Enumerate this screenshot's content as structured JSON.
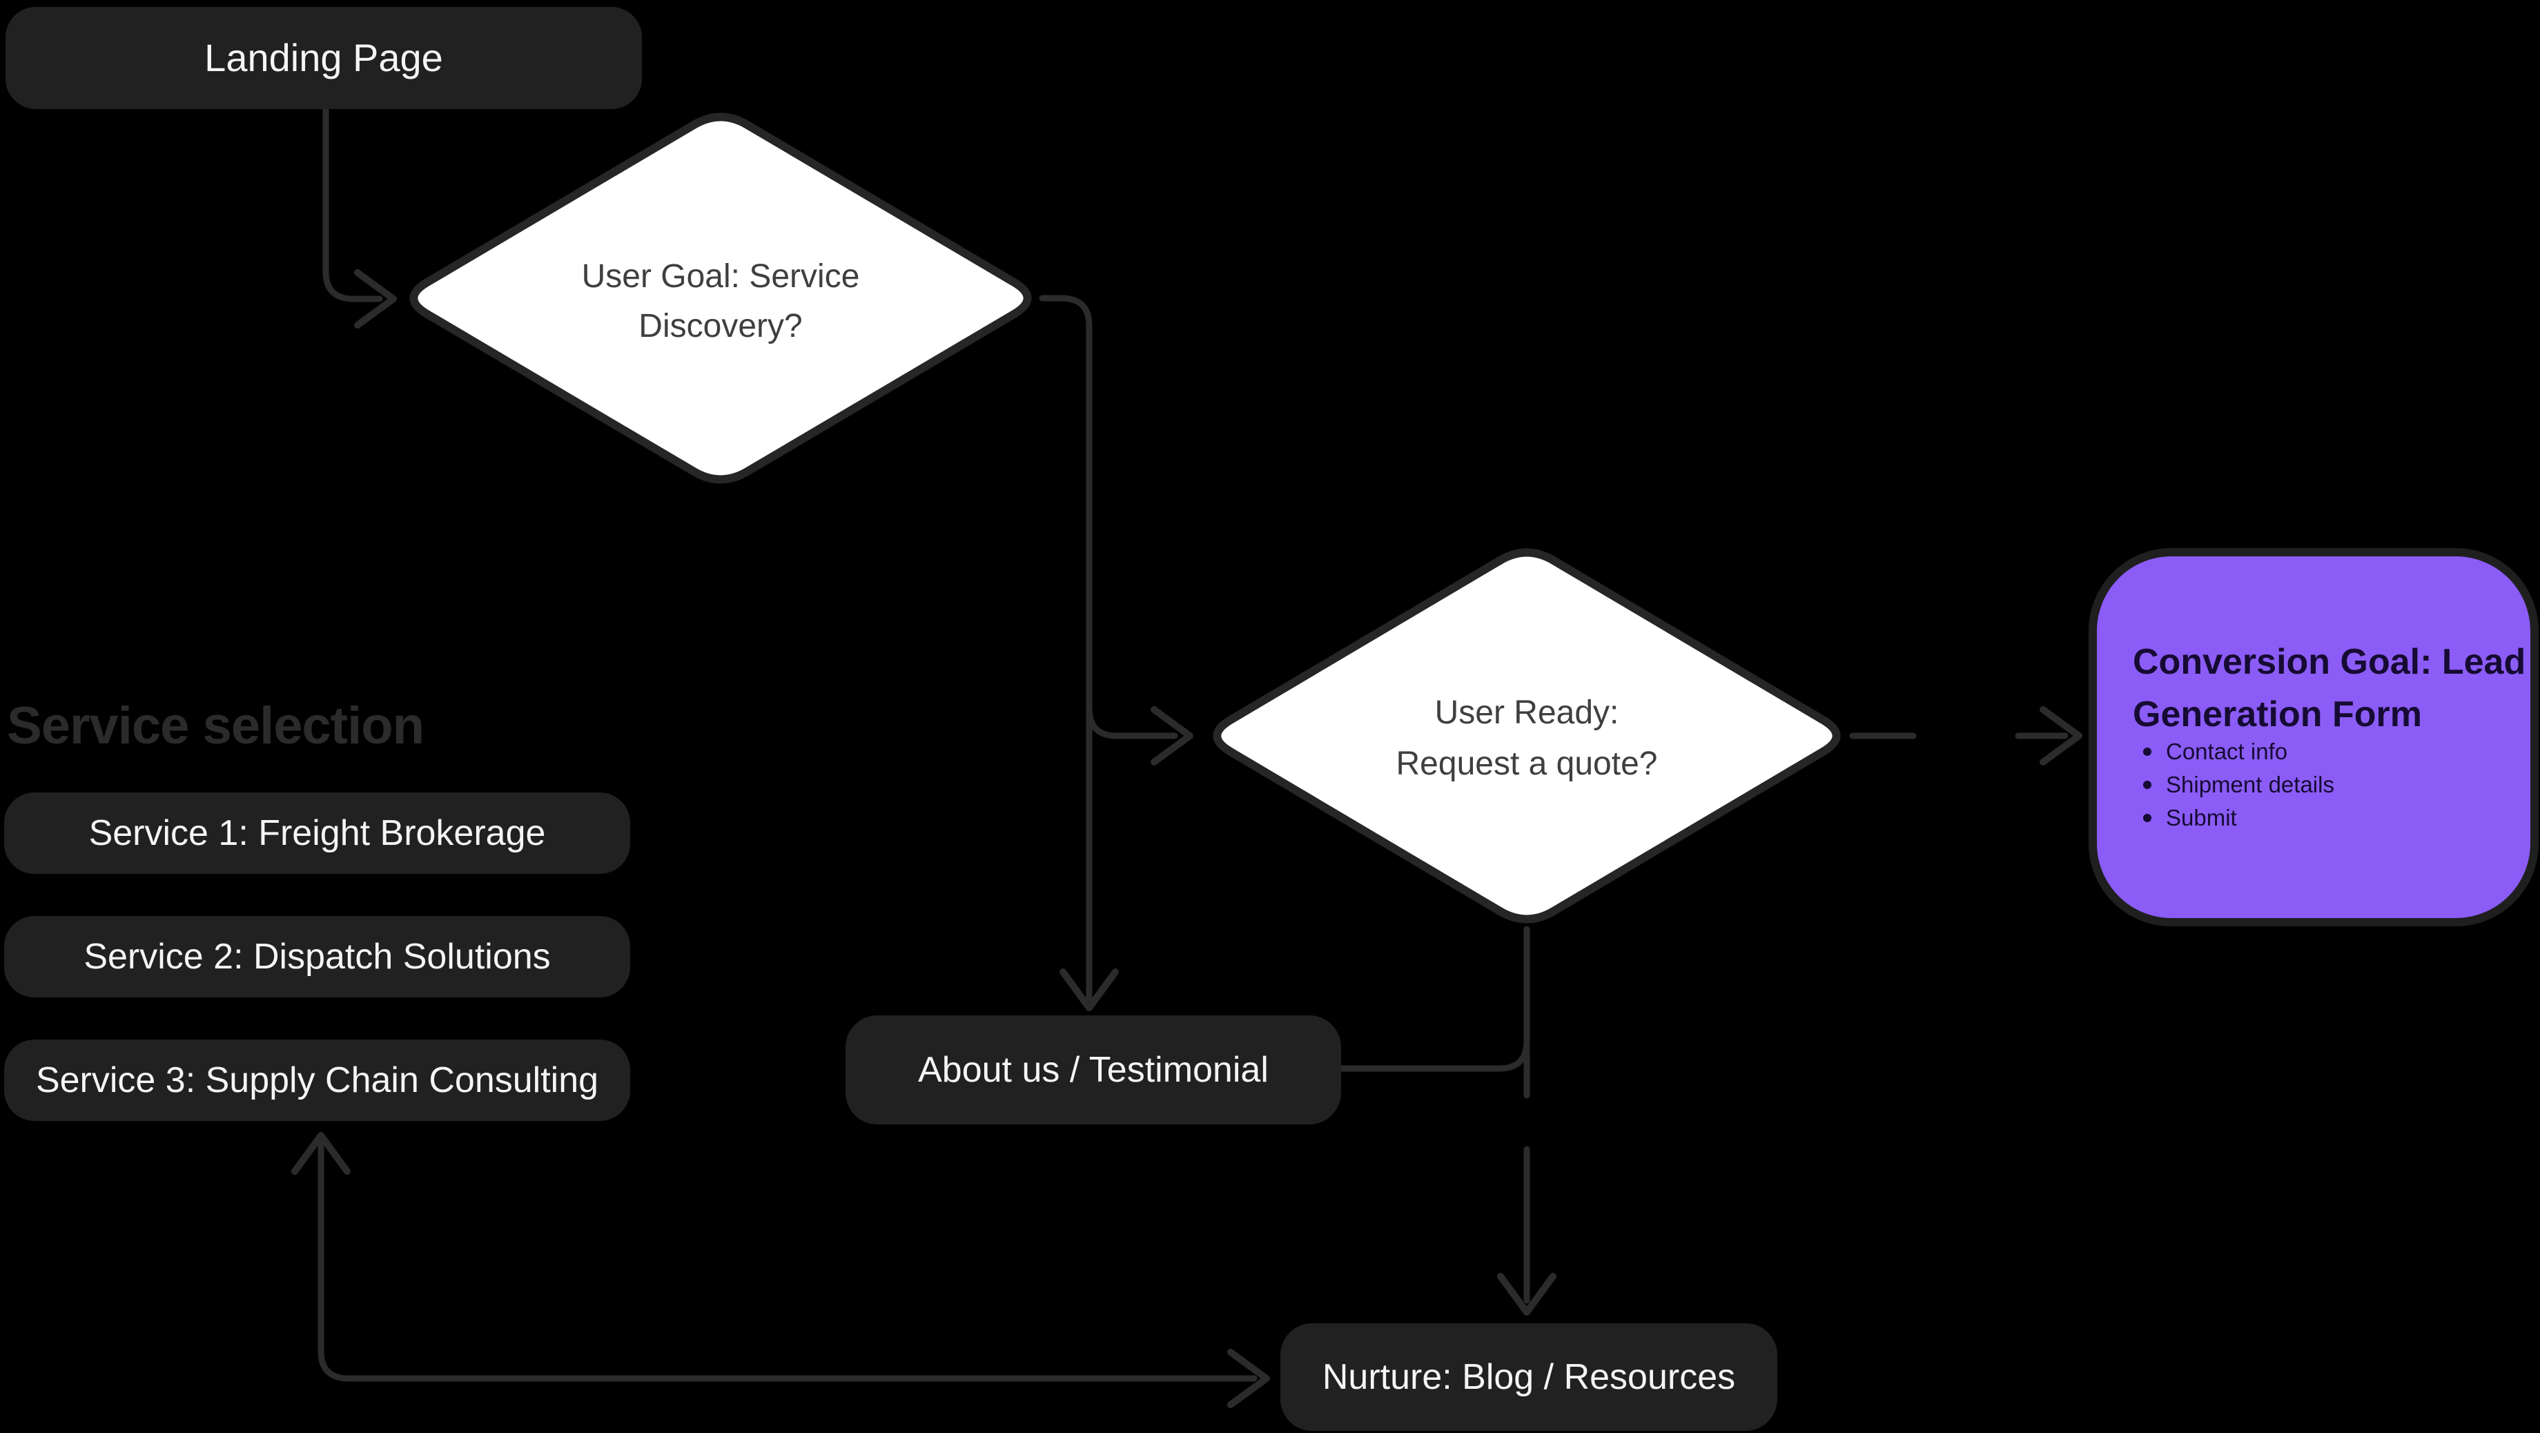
{
  "heading": {
    "text": "Service selection"
  },
  "nodes": {
    "landing": {
      "label": "Landing Page"
    },
    "service1": {
      "label": "Service 1: Freight Brokerage"
    },
    "service2": {
      "label": "Service 2: Dispatch Solutions"
    },
    "service3": {
      "label": "Service 3: Supply Chain Consulting"
    },
    "about": {
      "label": "About us / Testimonial"
    },
    "nurture": {
      "label": "Nurture: Blog / Resources"
    },
    "discovery": {
      "line1": "User Goal: Service",
      "line2": "Discovery?"
    },
    "quote": {
      "line1": "User Ready:",
      "line2": "Request a quote?"
    },
    "conversion": {
      "title_line1": "Conversion Goal: Lead",
      "title_line2": "Generation Form",
      "bullets": [
        "Contact info",
        "Shipment details",
        "Submit"
      ]
    }
  },
  "edges": [
    {
      "from": "Landing Page",
      "to": "User Goal: Service Discovery?",
      "style": "solid",
      "arrow": "end"
    },
    {
      "from": "User Goal: Service Discovery?",
      "to": "About us / Testimonial",
      "style": "solid",
      "arrow": "end"
    },
    {
      "from": "User Goal: Service Discovery?",
      "to": "User Ready: Request a quote?",
      "style": "solid",
      "arrow": "end"
    },
    {
      "from": "User Ready: Request a quote?",
      "to": "Conversion Goal: Lead Generation Form",
      "style": "dashed",
      "arrow": "end"
    },
    {
      "from": "User Ready: Request a quote?",
      "to": "Nurture: Blog / Resources",
      "style": "dashed",
      "arrow": "end"
    },
    {
      "from": "About us / Testimonial",
      "to": "User Ready → Nurture line",
      "style": "solid",
      "arrow": "none"
    },
    {
      "from": "Nurture: Blog / Resources",
      "to": "Service 3: Supply Chain Consulting",
      "style": "solid",
      "arrow": "both-ends"
    }
  ],
  "colors": {
    "background": "#000000",
    "node_fill": "#212121",
    "node_text": "#f5f5f5",
    "heading_text": "#2b2b2b",
    "edge": "#2b2b2b",
    "diamond_fill": "#ffffff",
    "diamond_border": "#262626",
    "diamond_text": "#3f3f3f",
    "accent_purple": "#8b5cf6",
    "purple_border": "#1f1f1f",
    "purple_text": "#160b33"
  }
}
